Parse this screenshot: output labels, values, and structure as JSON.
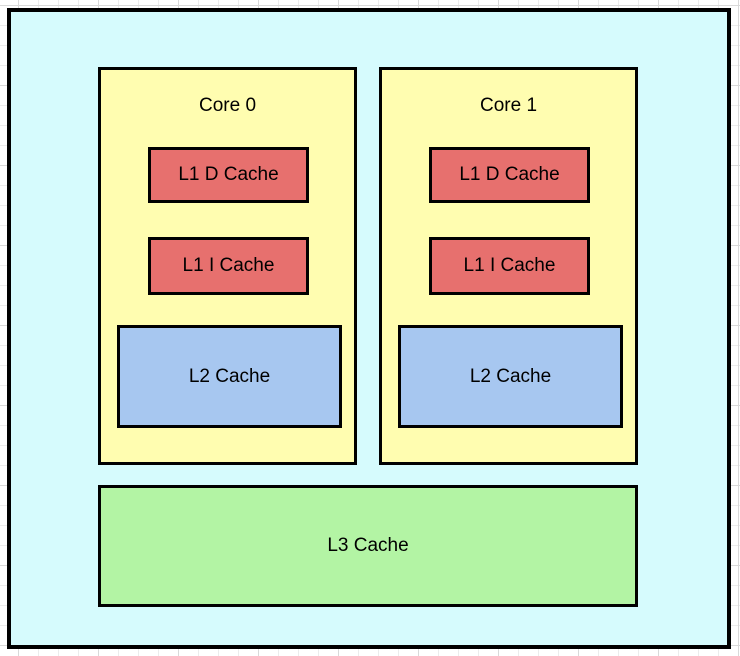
{
  "canvas": {
    "grid": {
      "minor_line_color": "#ececec",
      "major_line_color": "#d9d9d9",
      "background_color": "#ffffff"
    }
  },
  "diagram": {
    "chip": {
      "fill_color": "#d6fbfd",
      "stroke_color": "#000000"
    },
    "cores": [
      {
        "label": "Core 0",
        "l1d_label": "L1 D Cache",
        "l1i_label": "L1 I Cache",
        "l2_label": "L2 Cache"
      },
      {
        "label": "Core 1",
        "l1d_label": "L1 D Cache",
        "l1i_label": "L1 I Cache",
        "l2_label": "L2 Cache"
      }
    ],
    "l3_label": "L3 Cache",
    "colors": {
      "core_fill": "#fffdb0",
      "l1_fill": "#e7706e",
      "l2_fill": "#a7c7f0",
      "l3_fill": "#b3f4a4"
    }
  }
}
